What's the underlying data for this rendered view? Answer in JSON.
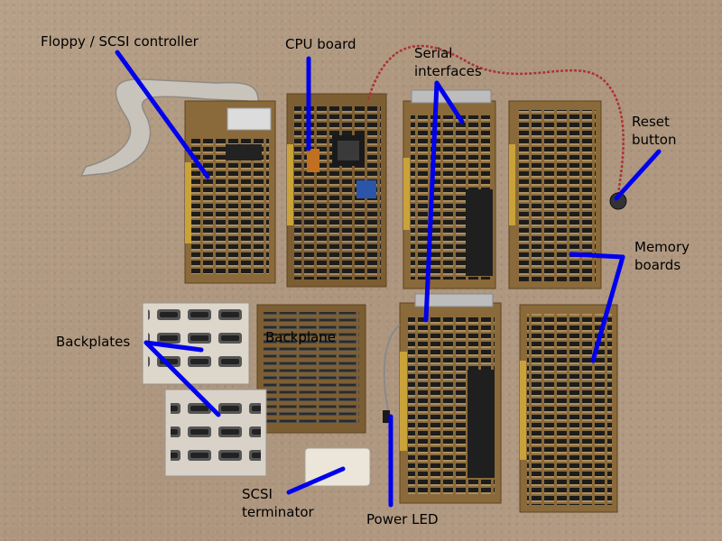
{
  "photo": {
    "background_color": "#b29a82",
    "pcb_color": "#8a6a3a",
    "pointer_color": "#0000ee",
    "labels": {
      "floppy_scsi_controller": "Floppy / SCSI controller",
      "cpu_board": "CPU board",
      "serial_interfaces": "Serial\ninterfaces",
      "reset_button": "Reset\nbutton",
      "memory_boards": "Memory\nboards",
      "backplates": "Backplates",
      "backplane": "Backplane",
      "scsi_terminator": "SCSI\nterminator",
      "power_led": "Power LED"
    }
  }
}
